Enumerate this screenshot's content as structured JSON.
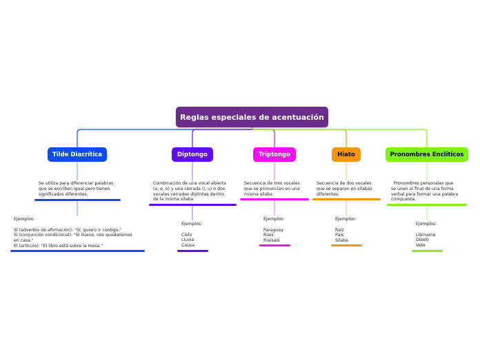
{
  "root": {
    "label": "Reglas especiales de acentuación",
    "color": "#6c2c8c"
  },
  "branches": [
    {
      "id": "tilde",
      "label": "Tilde Diacrítica",
      "color": "#0a4cf5",
      "text_color": "#ffffff",
      "description": "Se utiliza para diferenciar palabras\nque se escriben igual pero tienen\nsignificados diferentes.",
      "examples": "Ejemplos:\n\nSí (adverbio de afirmación): \"Sí, quiero ir contigo.\"\nSi (conjunción condicional): \"Si llueve, nos quedaremos\nen casa.\"\nEl (artículo): \"El libro está sobre la mesa.\""
    },
    {
      "id": "diptongo",
      "label": "Diptongo",
      "color": "#5f0cf0",
      "text_color": "#ffffff",
      "description": "Combinación de una vocal abierta\n(a, e, o) y una cerrada (i, u) o dos\nvocales cerradas distintas dentro\nde la misma sílaba.",
      "examples": "Ejemplos:\n\nCielo\nLluvia\nCausa"
    },
    {
      "id": "triptongo",
      "label": "Triptongo",
      "color": "#ee12ee",
      "text_color": "#ffffff",
      "description": "Secuencia de tres vocales\nque se pronuncian en una\nmisma sílaba.",
      "examples": "Ejemplos:\n\nParaguay\nRiais\nRiaisais"
    },
    {
      "id": "hiato",
      "label": "Hiato",
      "color": "#f7960c",
      "text_color": "#000000",
      "description": "Secuencia de dos vocales\nque se separan en sílabas\ndiferentes.",
      "examples": "Ejemplos:\n\nRaíz\nPaís\nSílaba"
    },
    {
      "id": "pronombres",
      "label": "Pronombres Enclíticos",
      "color": "#7ef21a",
      "text_color": "#000000",
      "description": "  Pronombres personales que\nse unen al final de una forma\nverbal para formar una palabra\ncompuesta.",
      "examples": "Ejemplos:\n\nLlámame\nDíselo\nVete"
    }
  ]
}
